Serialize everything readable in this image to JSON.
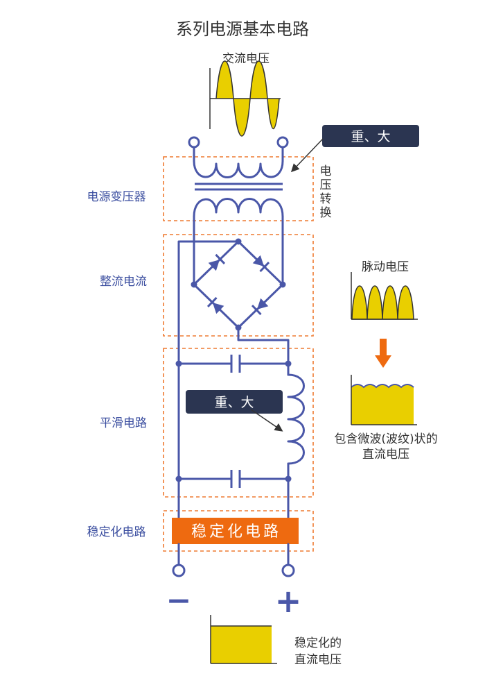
{
  "title": "系列电源基本电路",
  "labels": {
    "ac_voltage": "交流电压",
    "voltage_conversion": [
      "电",
      "压",
      "转",
      "换"
    ],
    "pulsating_voltage": "脉动电压",
    "ripple_dc_line1": "包含微波(波纹)状的",
    "ripple_dc_line2": "直流电压",
    "stable_dc_line1": "稳定化的",
    "stable_dc_line2": "直流电压",
    "minus": "−",
    "plus": "+"
  },
  "callouts": {
    "transformer_note": "重、大",
    "inductor_note": "重、大"
  },
  "stages": {
    "transformer": "电源变压器",
    "rectifier": "整流电流",
    "smoothing": "平滑电路",
    "regulator": "稳定化电路"
  },
  "regulator_box": "稳定化电路",
  "colors": {
    "wire": "#4a57a8",
    "stage_label": "#3a4d9f",
    "dashed_frame": "#ee7a30",
    "dark_box": "#2b3551",
    "regulator_fill": "#ee6a10",
    "arrow_orange": "#ee6a10",
    "wave_fill": "#e9cf00"
  }
}
